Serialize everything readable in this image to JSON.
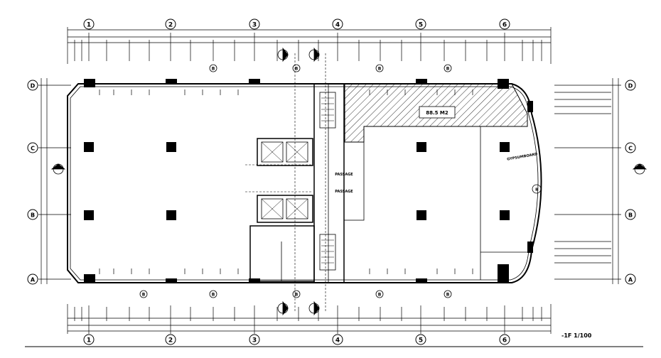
{
  "plan": {
    "axis_numbers_top": [
      "1",
      "2",
      "3",
      "4",
      "5",
      "6"
    ],
    "axis_numbers_bottom": [
      "1",
      "2",
      "3",
      "4",
      "5",
      "6"
    ],
    "axis_letters_left": [
      "D",
      "C",
      "B",
      "A"
    ],
    "axis_letters_right": [
      "D",
      "C",
      "B",
      "A"
    ],
    "room_tags_top": [
      "B",
      "B",
      "B",
      "B",
      "B"
    ],
    "room_tags_bottom": [
      "B",
      "B",
      "B",
      "B",
      "B"
    ],
    "hatched_area_label": "88.5 M2",
    "right_room_label": "GYPSUMBOARD",
    "circulation_labels": [
      "PASSAGE",
      "PASSAGE"
    ],
    "scale_label": "-1F 1/100",
    "colors": {
      "line": "#000000",
      "background": "#ffffff"
    }
  }
}
